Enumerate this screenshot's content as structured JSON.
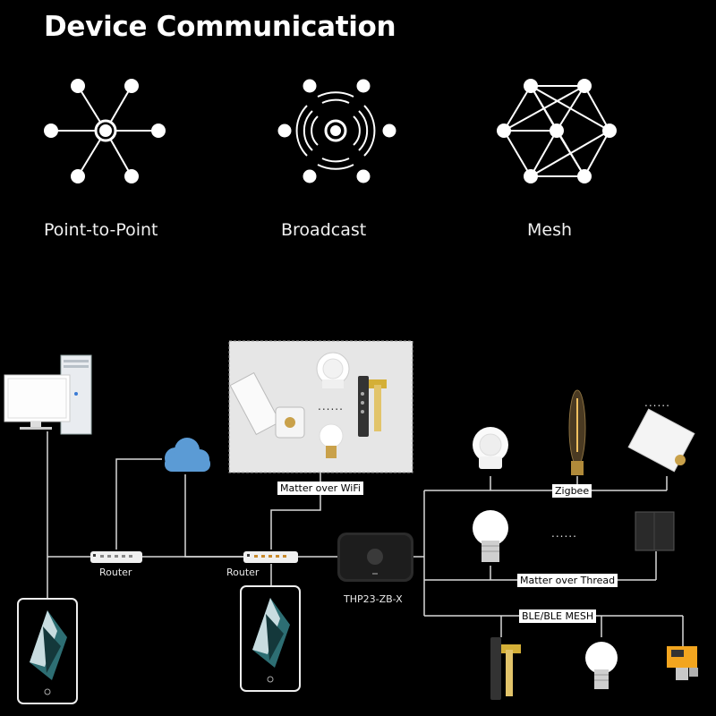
{
  "title": "Device Communication",
  "topologies": [
    {
      "label": "Point-to-Point",
      "icon": "point-to-point-icon"
    },
    {
      "label": "Broadcast",
      "icon": "broadcast-icon"
    },
    {
      "label": "Mesh",
      "icon": "mesh-icon"
    }
  ],
  "network": {
    "router_left_label": "Router",
    "router_right_label": "Router",
    "hub_label": "THP23-ZB-X",
    "tags": {
      "wifi": "Matter over WiFi",
      "zigbee": "Zigbee",
      "thread": "Matter over Thread",
      "ble": "BLE/BLE MESH"
    },
    "ellipsis": "......",
    "ellipsis_wifi": "......",
    "ellipsis_thread": "......"
  },
  "colors": {
    "background": "#000000",
    "line": "#d9d9d9",
    "cloud": "#5b9bd5",
    "wifi_panel": "#e6e6e6"
  }
}
